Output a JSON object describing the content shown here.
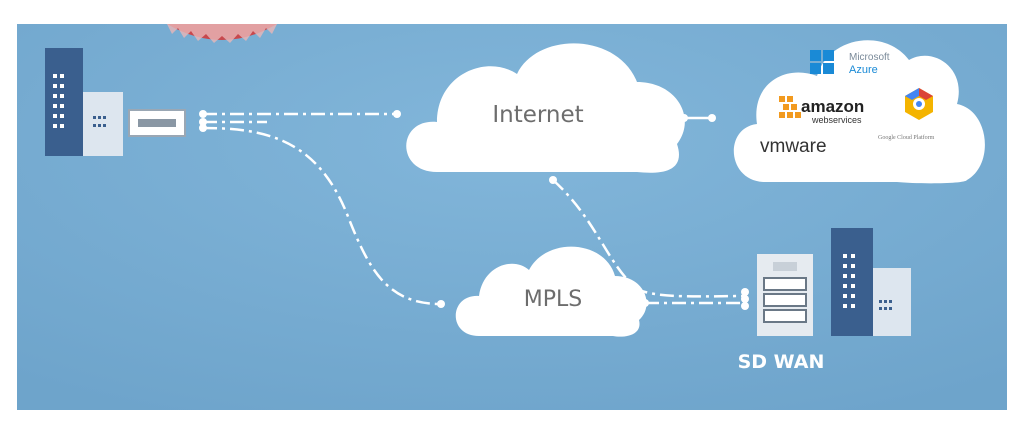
{
  "diagram": {
    "labels": {
      "internet": "Internet",
      "mpls": "MPLS",
      "sd_wan": "SD WAN"
    },
    "providers": {
      "microsoft": "Microsoft",
      "azure": "Azure",
      "amazon": "amazon",
      "webservices": "webservices",
      "vmware": "vmware",
      "google": "Google Cloud Platform"
    },
    "colors": {
      "background": "#73a9d0",
      "cloud": "#ffffff",
      "building_dark": "#3a5f8e",
      "building_light": "#dde6ef",
      "connector": "#ffffff",
      "badge": "#c8484d",
      "azure_blue": "#1a8ad6",
      "amazon_orange": "#f29a1f"
    }
  }
}
